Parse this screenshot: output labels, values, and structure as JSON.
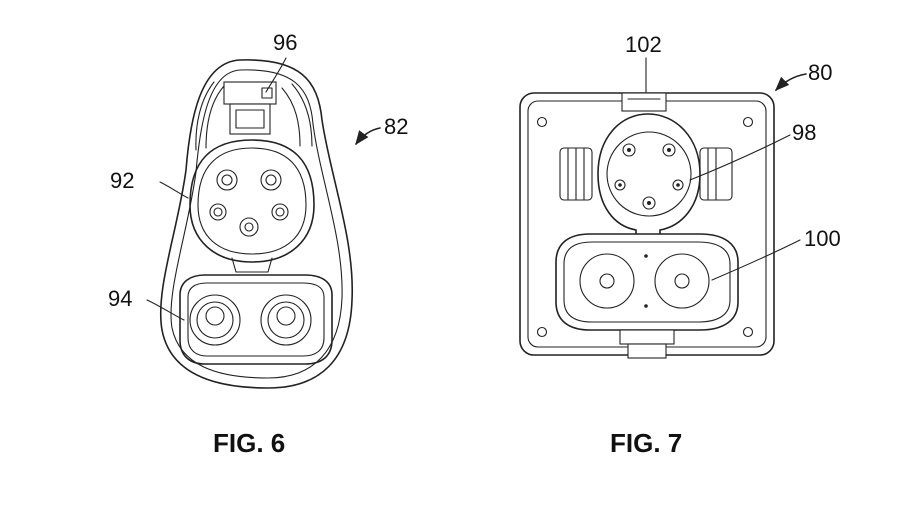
{
  "figures": [
    {
      "caption": "FIG. 6",
      "labels": {
        "connector": "82",
        "latch": "96",
        "ac_inlet": "92",
        "dc_inlet": "94"
      }
    },
    {
      "caption": "FIG. 7",
      "labels": {
        "receptacle": "80",
        "top_tab": "102",
        "ac_port": "98",
        "dc_port": "100"
      }
    }
  ]
}
